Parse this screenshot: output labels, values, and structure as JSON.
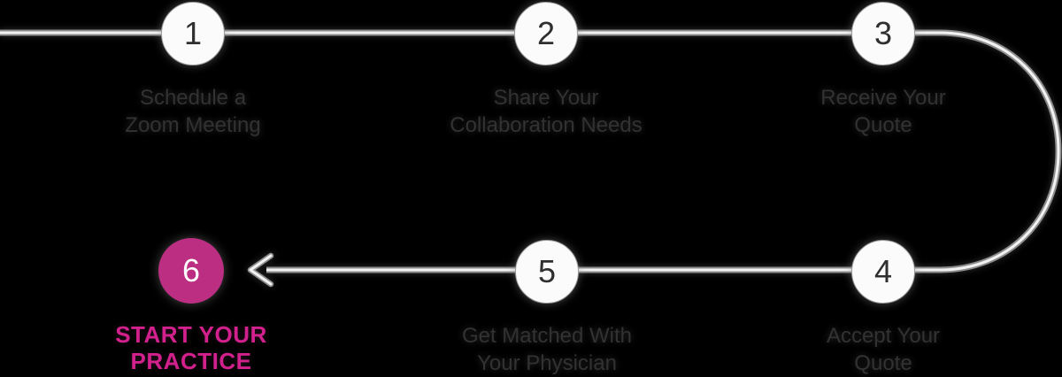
{
  "diagram": {
    "type": "process-flow",
    "direction": "top row left-to-right, loops right edge, bottom row right-to-left ending in arrow at step 6",
    "steps": [
      {
        "number": "1",
        "line1": "Schedule a",
        "line2": "Zoom Meeting",
        "highlight": false
      },
      {
        "number": "2",
        "line1": "Share Your",
        "line2": "Collaboration Needs",
        "highlight": false
      },
      {
        "number": "3",
        "line1": "Receive Your",
        "line2": "Quote",
        "highlight": false
      },
      {
        "number": "4",
        "line1": "Accept Your",
        "line2": "Quote",
        "highlight": false
      },
      {
        "number": "5",
        "line1": "Get Matched With",
        "line2": "Your Physician",
        "highlight": false
      },
      {
        "number": "6",
        "line1": "START YOUR",
        "line2": "PRACTICE",
        "highlight": true
      }
    ],
    "icons": {
      "arrow": "left-chevron-arrowhead at end of bottom line pointing to step 6"
    },
    "colors": {
      "background": "#000000",
      "line_gray": "#8d8d8d",
      "line_highlight": "#f2f2f2",
      "circle_fill": "#fbfbfb",
      "circle_border": "#9b9b9b",
      "number_color": "#2f2f2f",
      "label_color": "#323232",
      "accent_pink": "#bb2e81",
      "accent_pink_text": "#d2208c"
    }
  }
}
